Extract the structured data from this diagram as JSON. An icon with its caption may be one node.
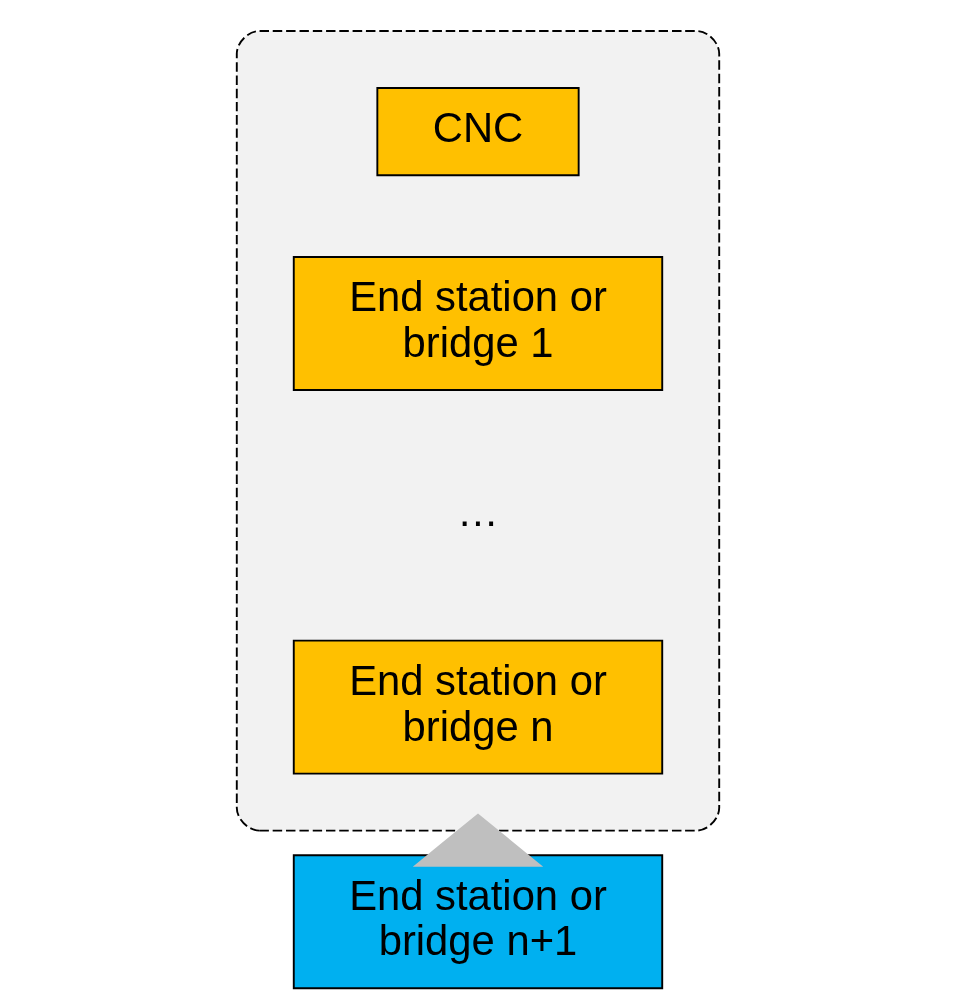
{
  "diagram": {
    "nodes": [
      {
        "text": [],
        "shape": "ellipse"
      },
      {
        "text": [
          "CNC"
        ],
        "in": 0
      },
      {
        "text": [
          "End station or bridge 1"
        ],
        "in": 0
      },
      {
        "text": [
          "End station or bridge n"
        ],
        "in": 0
      },
      {
        "text": [
          "End station or bridge n+1"
        ]
      }
    ],
    "edges": [
      {
        "from": 4,
        "to": 0,
        "arrow": "to",
        "style": "thick",
        "color": "#bfbfbf"
      }
    ],
    "labels": [
      "…"
    ]
  }
}
